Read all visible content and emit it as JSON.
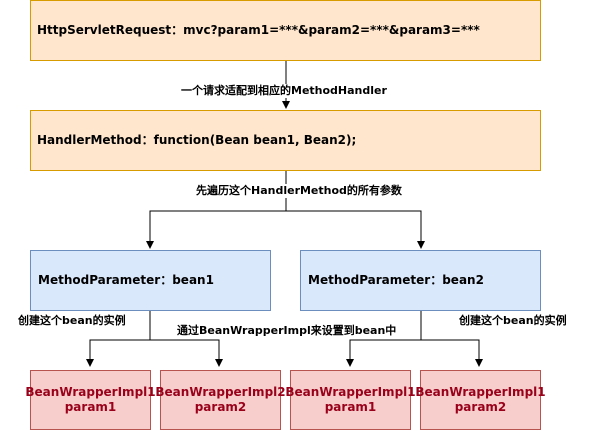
{
  "request_box": {
    "text": "HttpServletRequest：mvc?param1=***&param2=***&param3=***"
  },
  "adapt_label": "一个请求适配到相应的MethodHandler",
  "handler_box": {
    "text": "HandlerMethod：function(Bean bean1, Bean2);"
  },
  "traverse_label": "先遍历这个HandlerMethod的所有参数",
  "param_left": {
    "text": "MethodParameter：bean1"
  },
  "param_right": {
    "text": "MethodParameter：bean2"
  },
  "create_left_label": "创建这个bean的实例",
  "wrapper_label": "通过BeanWrapperImpl来设置到bean中",
  "create_right_label": "创建这个bean的实例",
  "wrappers": [
    {
      "line1": "BeanWrapperImpl1",
      "line2": "param1"
    },
    {
      "line1": "BeanWrapperImpl2",
      "line2": "param2"
    },
    {
      "line1": "BeanWrapperImpl1",
      "line2": "param1"
    },
    {
      "line1": "BeanWrapperImpl1",
      "line2": "param2"
    }
  ],
  "colors": {
    "orange_fill": "#ffe6cc",
    "orange_stroke": "#d79b00",
    "blue_fill": "#dae8fc",
    "blue_stroke": "#6c8ebf",
    "red_fill": "#f8cecc",
    "red_stroke": "#b85450",
    "red_text": "#99001a"
  }
}
